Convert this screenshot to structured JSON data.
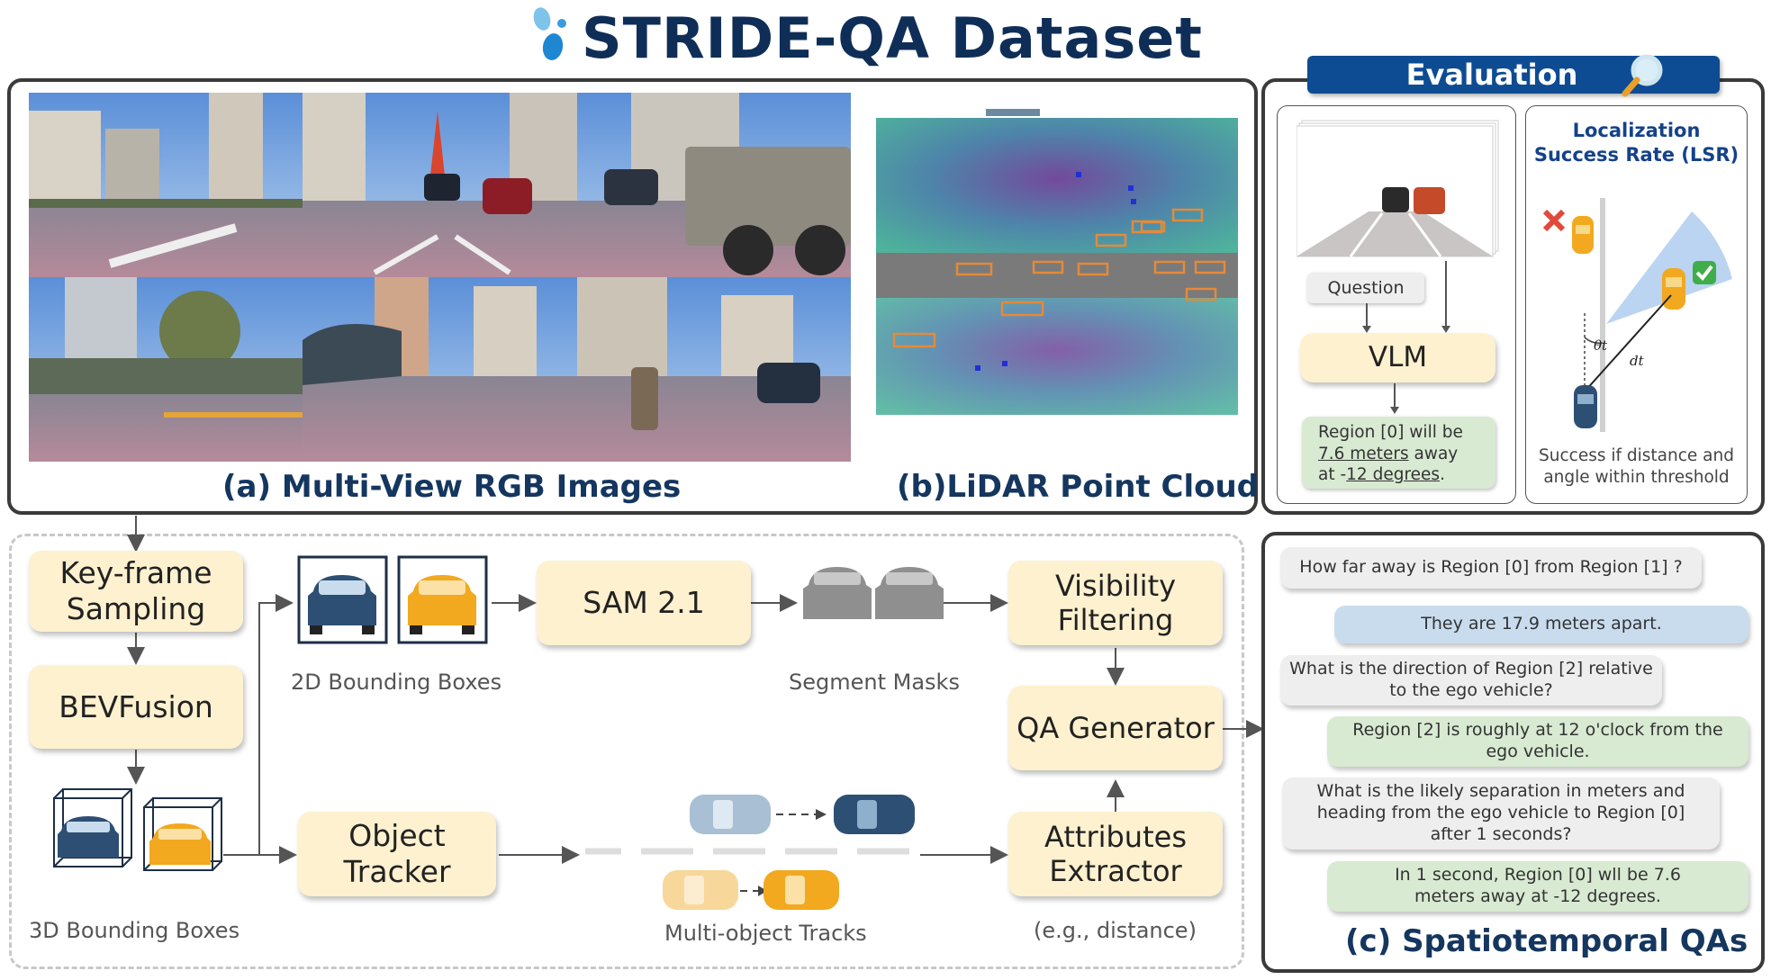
{
  "title": "STRIDE-QA Dataset",
  "panel_a": {
    "caption": "(a) Multi-View RGB Images"
  },
  "panel_b": {
    "caption": "(b)LiDAR Point Cloud"
  },
  "evaluation": {
    "header": "Evaluation",
    "question": "Question",
    "model": "VLM",
    "answer_line1": "Region [0] will be",
    "answer_dist": "7.6 meters",
    "answer_mid": " away",
    "answer_pre": "at -",
    "answer_angle": "12 degrees",
    "answer_post": ".",
    "lsr_title_line1": "Localization",
    "lsr_title_line2": "Success Rate (LSR)",
    "lsr_note_line1": "Success if distance and",
    "lsr_note_line2": "angle within threshold",
    "theta_label": "θt",
    "dist_label": "dt"
  },
  "pipeline": {
    "keyframe": "Key-frame Sampling",
    "bevfusion": "BEVFusion",
    "sam": "SAM 2.1",
    "visibility": "Visibility Filtering",
    "qa_generator": "QA Generator",
    "object_tracker": "Object Tracker",
    "attributes": "Attributes Extractor",
    "label_2d": "2D Bounding Boxes",
    "label_masks": "Segment Masks",
    "label_3d": "3D Bounding Boxes",
    "label_tracks": "Multi-object Tracks",
    "label_eg": "(e.g., distance)"
  },
  "qa": {
    "caption": "(c) Spatiotemporal QAs",
    "items": [
      "How far away is Region [0] from Region [1] ?",
      "They are 17.9 meters apart.",
      "What is the direction of Region [2] relative to the ego vehicle?",
      "Region [2] is roughly at 12 o'clock from the ego vehicle.",
      "What is the likely separation in meters and heading from the ego vehicle to Region [0] after 1 seconds?",
      "In 1 second, Region [0] wll be 7.6 meters away at -12 degrees."
    ]
  },
  "colors": {
    "title": "#0f2e57",
    "caption": "#14365f",
    "box_fill": "#fdf1cf",
    "question_fill": "#eeeeee",
    "answer_blue": "#c9dcee",
    "answer_green": "#d8ead2",
    "eval_header": "#0d4c93",
    "car_blue": "#2d4f73",
    "car_orange": "#f2a81f"
  }
}
